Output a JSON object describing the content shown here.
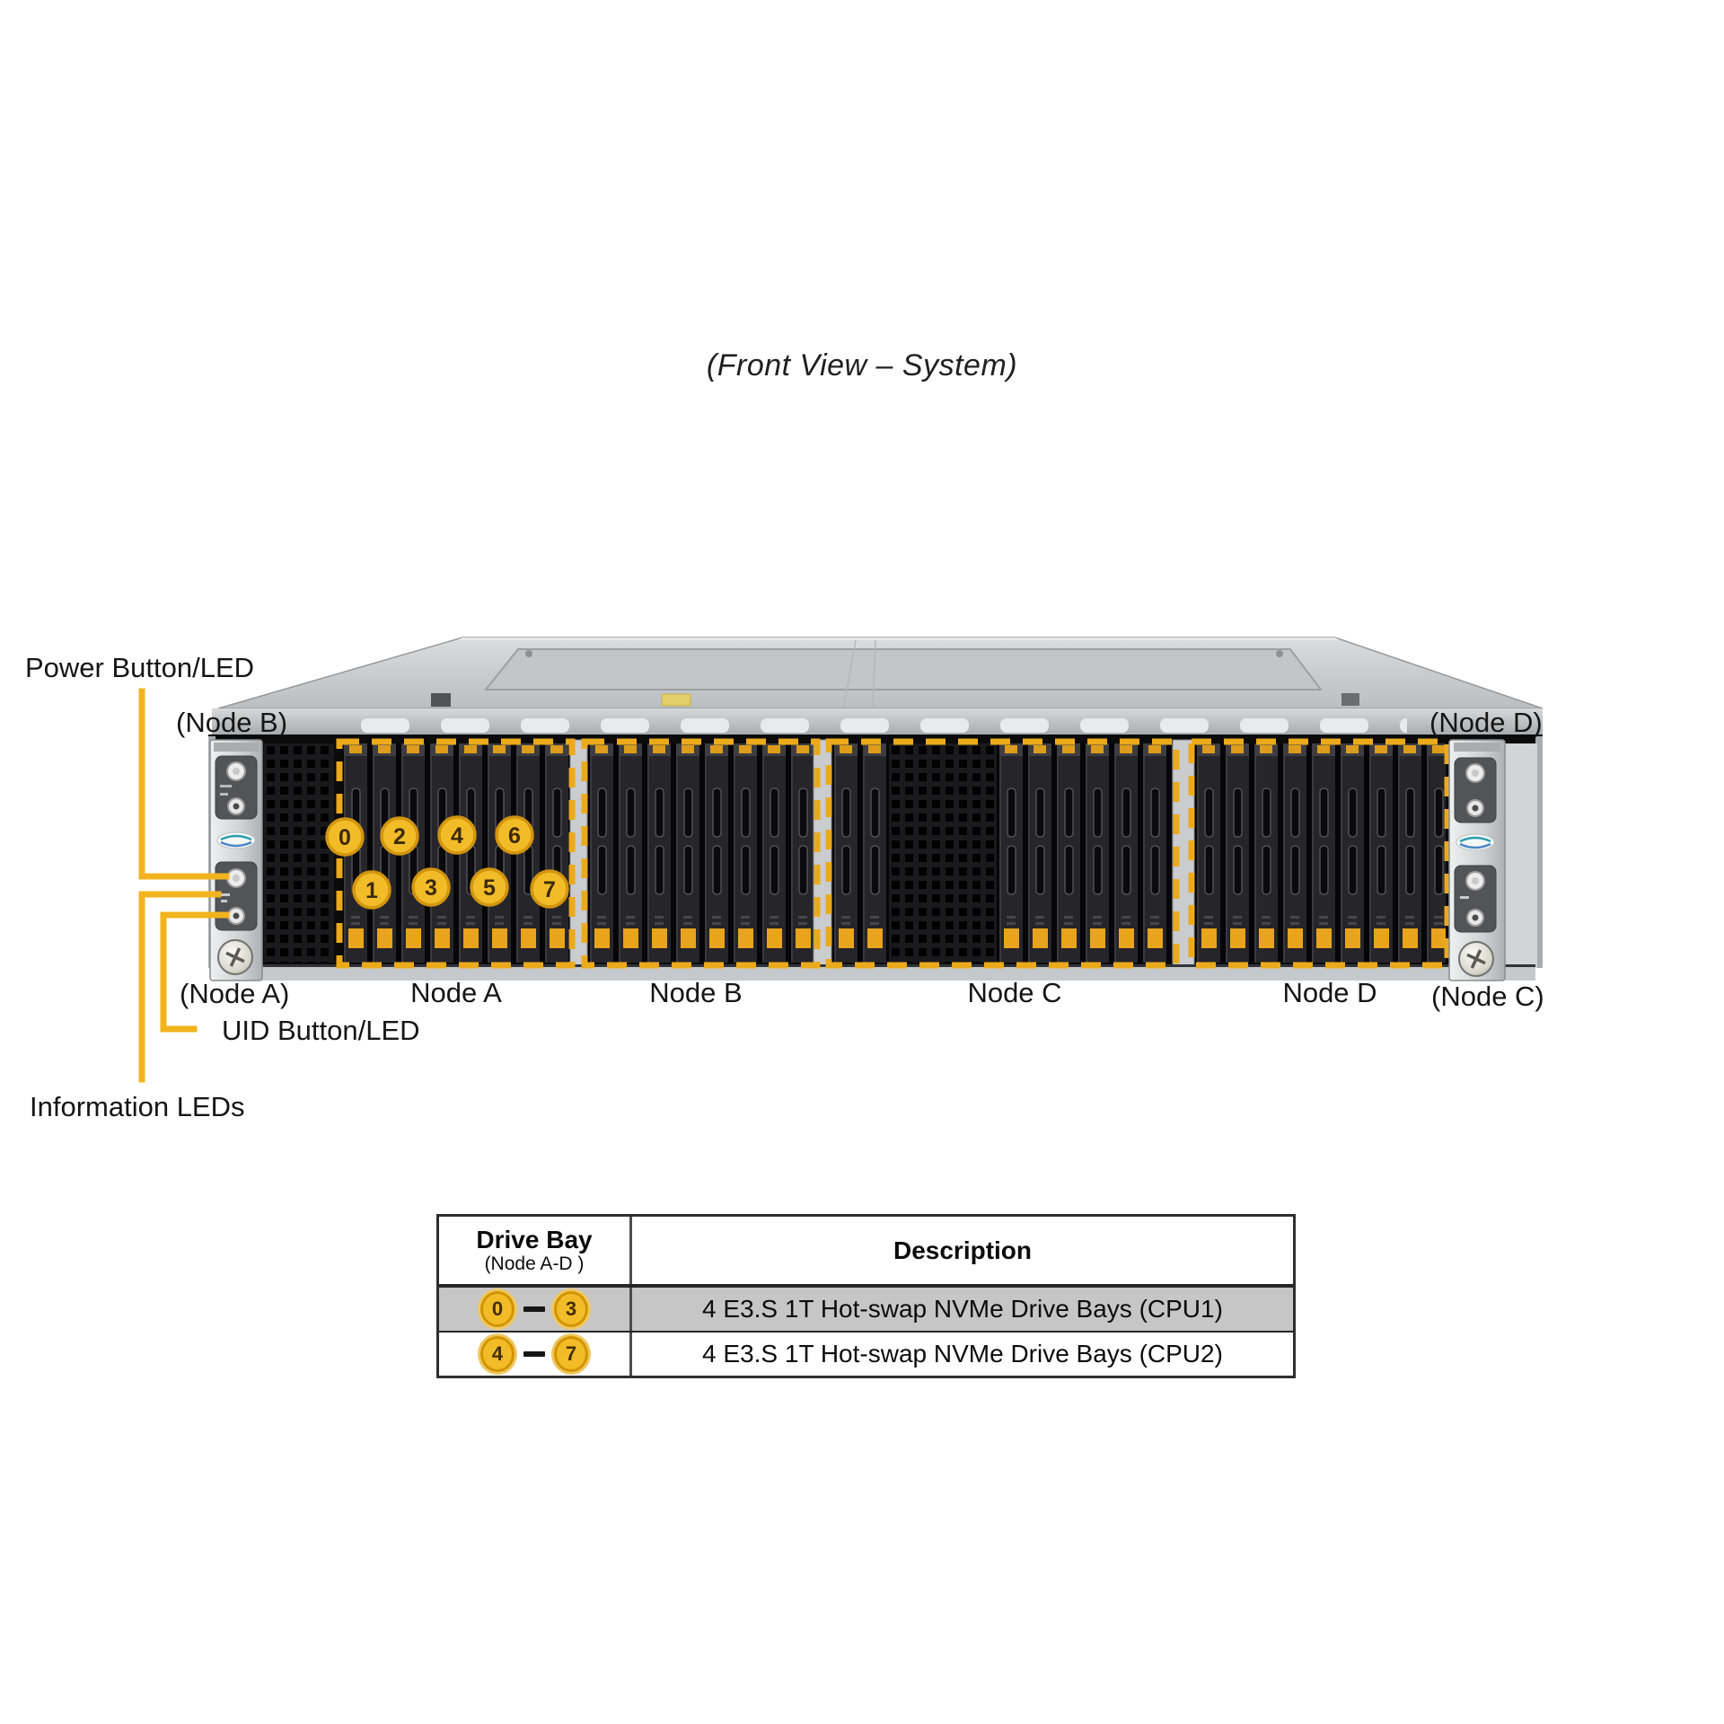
{
  "title": "(Front View – System)",
  "callout_labels": {
    "power": "Power Button/LED",
    "uid": "UID Button/LED",
    "info": "Information LEDs"
  },
  "panel_labels": {
    "top_left": "(Node B)",
    "bottom_left": "(Node A)",
    "top_right": "(Node D)",
    "bottom_right": "(Node C)"
  },
  "node_labels": [
    "Node A",
    "Node B",
    "Node C",
    "Node D"
  ],
  "bay_numbers": [
    "0",
    "1",
    "2",
    "3",
    "4",
    "5",
    "6",
    "7"
  ],
  "table": {
    "header": {
      "drive_bay": "Drive Bay",
      "drive_bay_sub": "(Node A-D )",
      "description": "Description"
    },
    "rows": [
      {
        "range_start": "0",
        "range_end": "3",
        "description": "4 E3.S 1T Hot-swap NVMe Drive Bays (CPU1)"
      },
      {
        "range_start": "4",
        "range_end": "7",
        "description": "4 E3.S 1T Hot-swap NVMe Drive Bays (CPU2)"
      }
    ]
  },
  "colors": {
    "accent_yellow": "#F2B41E",
    "dash_yellow": "#EBAA1C",
    "bay_circle_fill": "#F2BC28",
    "bay_circle_ring": "#D2950E",
    "row_highlight": "#C6C6C6"
  }
}
